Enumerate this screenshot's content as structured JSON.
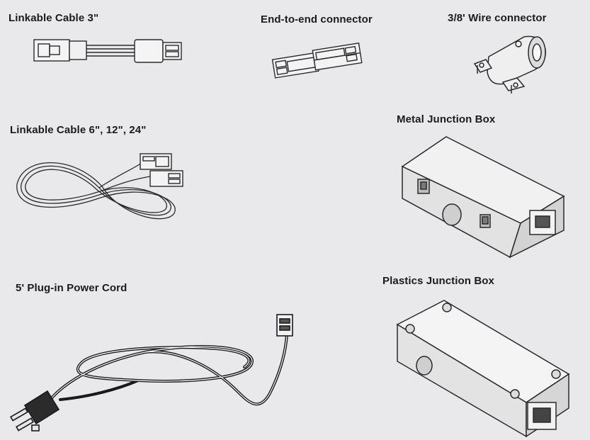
{
  "parts": {
    "linkable_cable_3": {
      "label": "Linkable Cable  3\""
    },
    "end_to_end_connector": {
      "label": "End-to-end connector"
    },
    "wire_connector": {
      "label": "3/8' Wire connector"
    },
    "linkable_cable_multi": {
      "label": "Linkable Cable  6\", 12\", 24\""
    },
    "metal_junction_box": {
      "label": "Metal Junction Box"
    },
    "power_cord": {
      "label": "5' Plug-in Power Cord"
    },
    "plastics_junction_box": {
      "label": "Plastics Junction Box"
    }
  }
}
